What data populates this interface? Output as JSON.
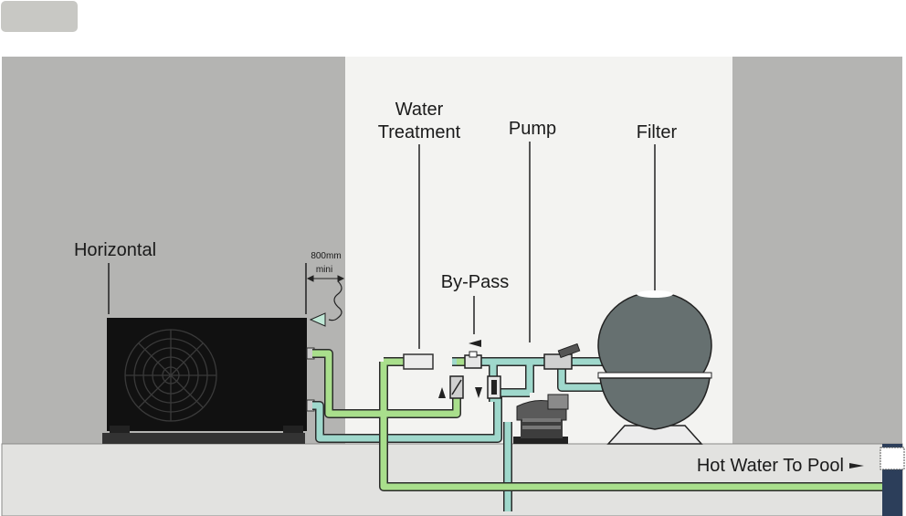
{
  "labels": {
    "water_treatment_line1": "Water",
    "water_treatment_line2": "Treatment",
    "pump": "Pump",
    "filter": "Filter",
    "horizontal": "Horizontal",
    "bypass": "By-Pass",
    "clearance_value": "800mm",
    "clearance_unit": "mini",
    "hot_water": "Hot Water To Pool"
  },
  "colors": {
    "wall": "#b4b4b2",
    "inner_room": "#f3f3f1",
    "floor": "#e2e2e0",
    "heat_pump": "#111111",
    "filter_tank": "#667070",
    "hot_pipe": "#a9df8c",
    "cold_pipe": "#9fd8cc",
    "pipe_outline": "#2b2b2b"
  },
  "icons": {
    "fan": "fan-grille-icon",
    "airflow": "airflow-arrow-icon",
    "flow_direction": "flow-arrow-icon"
  }
}
